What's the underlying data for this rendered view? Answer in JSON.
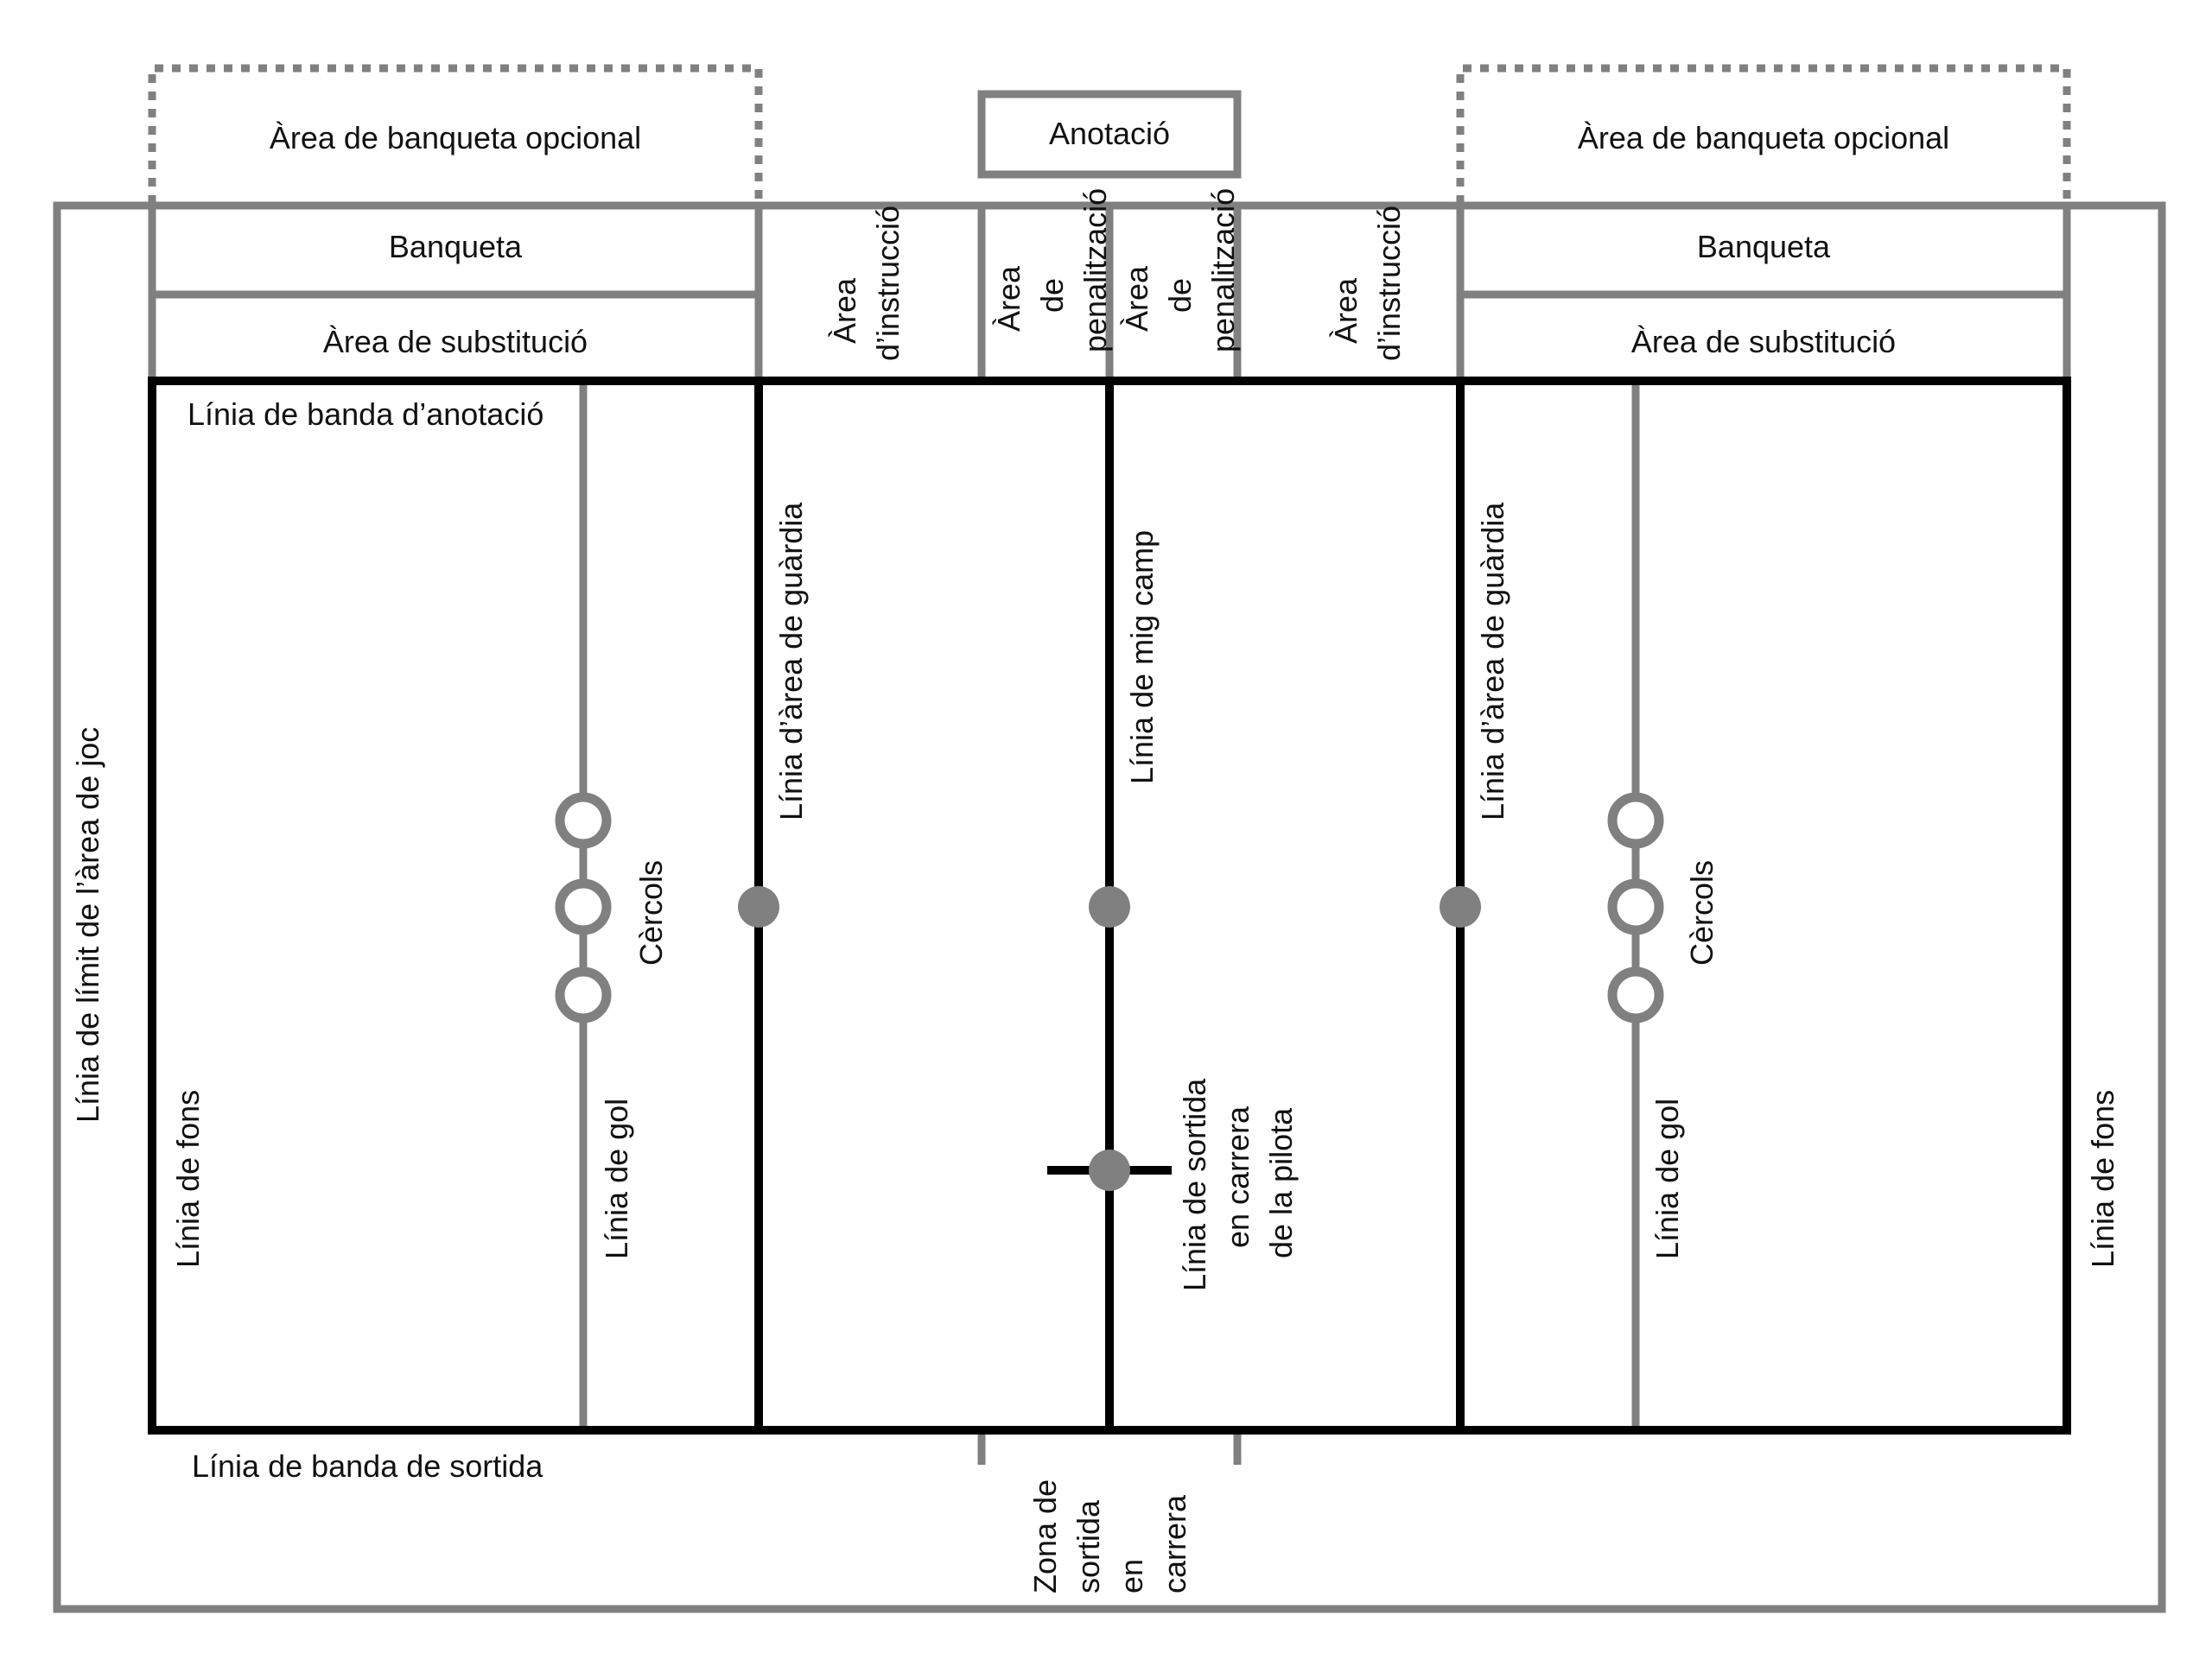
{
  "labels": {
    "annotation": "Anotació",
    "optional_bench_left": "Àrea de banqueta opcional",
    "optional_bench_right": "Àrea de banqueta opcional",
    "bench_left": "Banqueta",
    "bench_right": "Banqueta",
    "substitution_left": "Àrea de substitució",
    "substitution_right": "Àrea de substitució",
    "coaching_word1": "Àrea",
    "coaching_word2": "d’instrucció",
    "penalty_word1": "Àrea",
    "penalty_word2": "de",
    "penalty_word3": "penalització",
    "scoring_sideline": "Línia de banda d’anotació",
    "exit_sideline": "Línia de banda de sortida",
    "boundary": "Línia de límit de l’àrea de joc",
    "end_line": "Línia de fons",
    "goal_line": "Línia de gol",
    "hoops": "Cèrcols",
    "guard_area_line": "Línia d’àrea de guàrdia",
    "midfield_line": "Línia de mig camp",
    "ball_run_line_1": "Línia de sortida",
    "ball_run_line_2": "en carrera",
    "ball_run_line_3": "de la pilota",
    "run_zone_1": "Zona de",
    "run_zone_2": "sortida",
    "run_zone_3": "en",
    "run_zone_4": "carrera"
  },
  "colors": {
    "gray": "#808080",
    "black": "#000000",
    "text": "#111111",
    "background": "#ffffff"
  }
}
